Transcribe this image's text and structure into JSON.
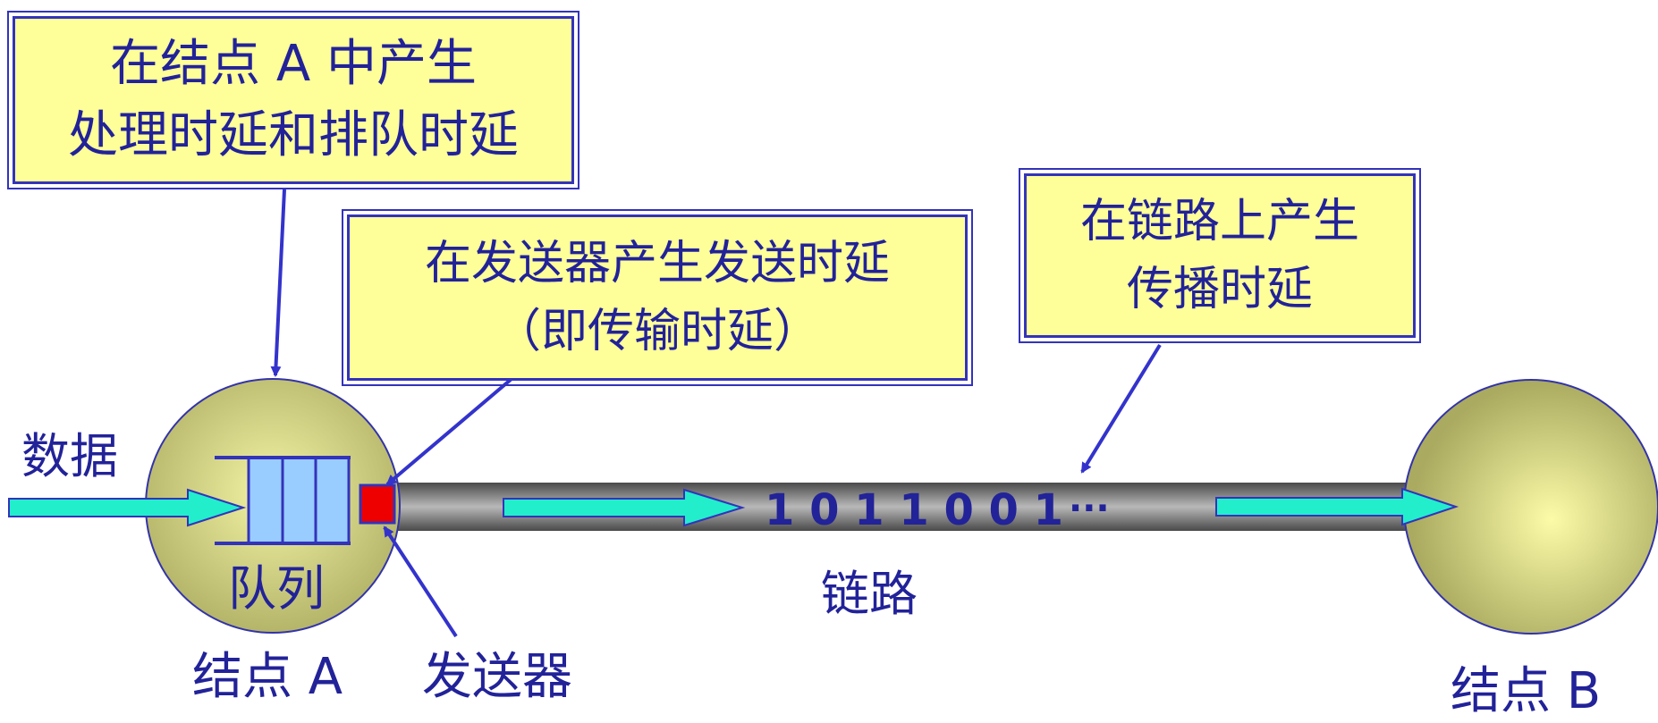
{
  "callouts": {
    "node_delay": {
      "line1": "在结点 A 中产生",
      "line2": "处理时延和排队时延"
    },
    "transmit_delay": {
      "line1": "在发送器产生发送时延",
      "line2": "（即传输时延）"
    },
    "propagation_delay": {
      "line1": "在链路上产生",
      "line2": "传播时延"
    }
  },
  "labels": {
    "data": "数据",
    "queue": "队列",
    "node_a": "结点 A",
    "transmitter": "发送器",
    "link": "链路",
    "node_b": "结点 B",
    "bits": "1 0 1 1 0 0 1",
    "ellipsis": "···"
  },
  "colors": {
    "text": "#222299",
    "callout_bg": "#ffff99",
    "callout_border": "#3333bb",
    "arrow": "#3333cc",
    "flow_arrow": "#22eecc",
    "queue_fill": "#99ccff",
    "transmitter": "#ee0000",
    "node_sphere": "#e3e38a",
    "link": "#8a8a8a"
  }
}
